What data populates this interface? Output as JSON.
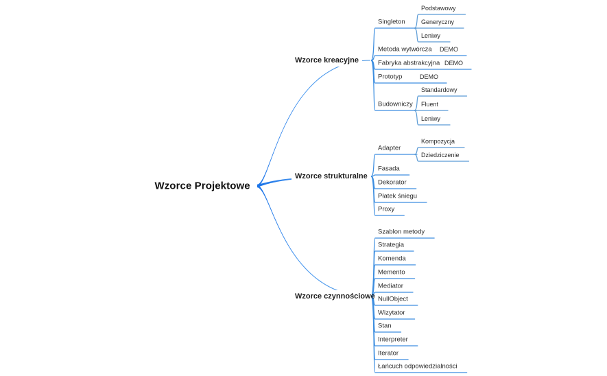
{
  "diagram": {
    "type": "mind-map",
    "title": "Wzorce Projektowe",
    "orientation": "left-to-right",
    "colors": {
      "root_edge_dark": "#1a73e8",
      "root_edge_light": "#4d9bf0",
      "branch": "#3d8ee0",
      "leaf_edge": "#5b9bd5",
      "text": "#1f1f1f",
      "background": "#ffffff"
    }
  },
  "root": {
    "label": "Wzorce Projektowe"
  },
  "categories": [
    {
      "label": "Wzorce kreacyjne",
      "children": [
        {
          "label": "Singleton",
          "badge": "",
          "children": [
            {
              "label": "Podstawowy"
            },
            {
              "label": "Generyczny"
            },
            {
              "label": "Leniwy"
            }
          ]
        },
        {
          "label": "Metoda wytwórcza",
          "badge": "DEMO",
          "children": []
        },
        {
          "label": "Fabryka abstrakcyjna",
          "badge": "DEMO",
          "children": []
        },
        {
          "label": "Prototyp",
          "badge": "DEMO",
          "children": []
        },
        {
          "label": "Budowniczy",
          "badge": "",
          "children": [
            {
              "label": "Standardowy"
            },
            {
              "label": "Fluent"
            },
            {
              "label": "Leniwy"
            }
          ]
        }
      ]
    },
    {
      "label": "Wzorce strukturalne",
      "children": [
        {
          "label": "Adapter",
          "badge": "",
          "children": [
            {
              "label": "Kompozycja"
            },
            {
              "label": "Dziedziczenie"
            }
          ]
        },
        {
          "label": "Fasada",
          "badge": "",
          "children": []
        },
        {
          "label": "Dekorator",
          "badge": "",
          "children": []
        },
        {
          "label": "Płatek śniegu",
          "badge": "",
          "children": []
        },
        {
          "label": "Proxy",
          "badge": "",
          "children": []
        }
      ]
    },
    {
      "label": "Wzorce czynnościowe",
      "children": [
        {
          "label": "Szablon metody",
          "badge": "",
          "children": []
        },
        {
          "label": "Strategia",
          "badge": "",
          "children": []
        },
        {
          "label": "Komenda",
          "badge": "",
          "children": []
        },
        {
          "label": "Memento",
          "badge": "",
          "children": []
        },
        {
          "label": "Mediator",
          "badge": "",
          "children": []
        },
        {
          "label": "NullObject",
          "badge": "",
          "children": []
        },
        {
          "label": "Wizytator",
          "badge": "",
          "children": []
        },
        {
          "label": "Stan",
          "badge": "",
          "children": []
        },
        {
          "label": "Interpreter",
          "badge": "",
          "children": []
        },
        {
          "label": "Iterator",
          "badge": "",
          "children": []
        },
        {
          "label": "Łańcuch odpowiedzialności",
          "badge": "",
          "children": []
        }
      ]
    }
  ]
}
